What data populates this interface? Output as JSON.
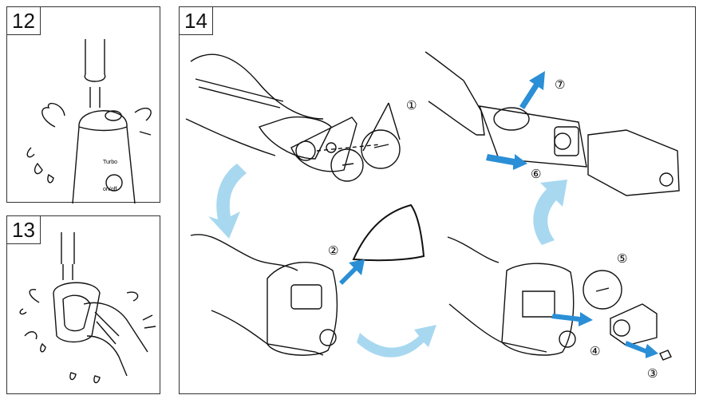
{
  "panels": {
    "p12": {
      "label": "12"
    },
    "p13": {
      "label": "13"
    },
    "p14": {
      "label": "14"
    }
  },
  "handle_text": {
    "line1": "Turbo",
    "line2": "on/off"
  },
  "steps": [
    "①",
    "②",
    "③",
    "④",
    "⑤",
    "⑥",
    "⑦"
  ],
  "colors": {
    "arrow_light": "#a8d8f0",
    "arrow_dark": "#2a8fd6",
    "line": "#111111"
  }
}
